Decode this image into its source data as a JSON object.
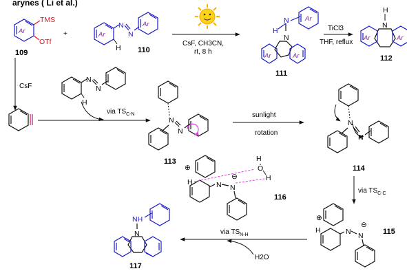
{
  "title": "arynes ( Li et al.)",
  "colors": {
    "blue": "#1a1acc",
    "red": "#e8141e",
    "purple": "#8a2aa6",
    "magenta": "#e040e0",
    "black": "#111111",
    "sun": "#ffd21a"
  },
  "icons": {
    "sun": "sun-icon"
  },
  "compounds": {
    "c109": "109",
    "c110": "110",
    "c111": "111",
    "c112": "112",
    "c113": "113",
    "c114": "114",
    "c115": "115",
    "c116": "116",
    "c117": "117"
  },
  "atoms": {
    "tms": "TMS",
    "otf": "OTf",
    "ar": "Ar",
    "n": "N",
    "h": "H",
    "o": "O",
    "nh": "NH",
    "oplus": "⊕",
    "ominus": "⊖"
  },
  "conditions": {
    "plus": "+",
    "step1": [
      "CsF, CH3CN,",
      "rt, 8 h"
    ],
    "ticl3": "TiCl3",
    "thf": "THF, reflux",
    "csf": "CsF",
    "ts_cn": "via TS",
    "ts_cn_sub": "C-N",
    "sunlight": "sunlight",
    "rotation": "rotation",
    "ts_cc": "via TS",
    "ts_cc_sub": "C-C",
    "ts_nh": "via TS",
    "ts_nh_sub": "N-H",
    "water": "H2O"
  }
}
